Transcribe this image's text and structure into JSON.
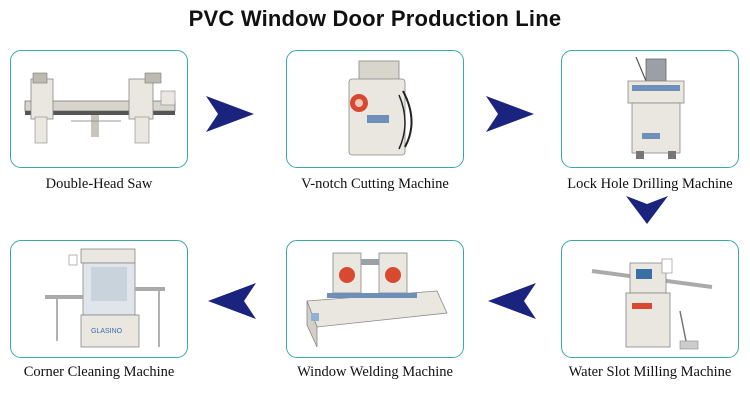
{
  "title": "PVC Window Door Production Line",
  "machines": [
    {
      "label": "Double-Head Saw",
      "icon": "double-head-saw-icon"
    },
    {
      "label": "V-notch Cutting Machine",
      "icon": "v-notch-cutter-icon"
    },
    {
      "label": "Lock Hole Drilling Machine",
      "icon": "lock-hole-drill-icon"
    },
    {
      "label": "Water Slot Milling Machine",
      "icon": "water-slot-mill-icon"
    },
    {
      "label": "Window Welding Machine",
      "icon": "window-welder-icon"
    },
    {
      "label": "Corner Cleaning Machine",
      "icon": "corner-cleaner-icon"
    }
  ],
  "colors": {
    "card_border": "#3aa7a8",
    "arrow": "#1a237e",
    "machine_body": "#e9e7df"
  }
}
